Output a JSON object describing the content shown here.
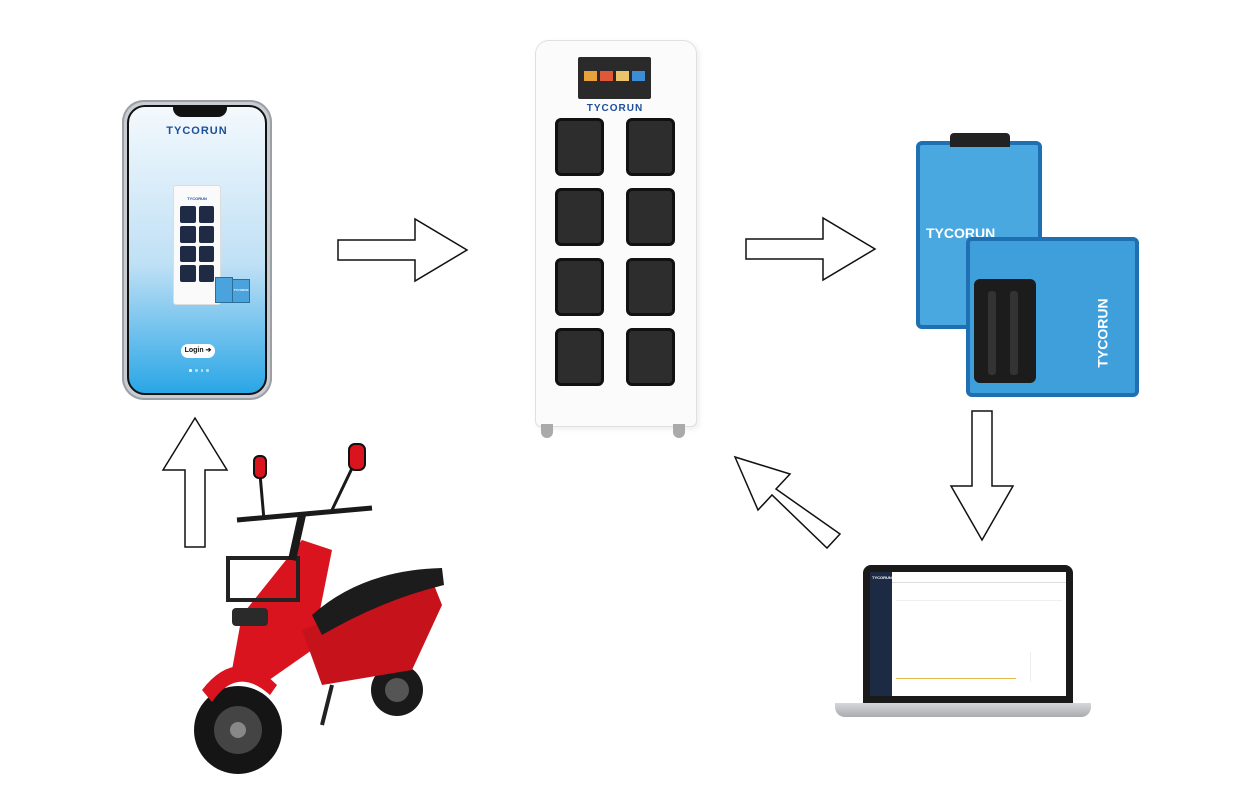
{
  "phone": {
    "brand": "TYCORUN",
    "login_label": "Login ➔",
    "mini_cabinet_brand": "TYCORUN",
    "mini_battery_brand": "TYCORUN"
  },
  "cabinet": {
    "brand": "TYCORUN",
    "slots": 8
  },
  "battery": {
    "brand_front": "TYCORUN",
    "brand_side": "TYCORUN",
    "color": "#3a9ad6"
  },
  "laptop": {
    "brand": "TYCORUN"
  },
  "scooter": {
    "color": "#d9141e"
  },
  "arrows": [
    {
      "id": "scooter-to-phone",
      "direction": "up"
    },
    {
      "id": "phone-to-cabinet",
      "direction": "right"
    },
    {
      "id": "cabinet-to-battery",
      "direction": "right"
    },
    {
      "id": "battery-to-laptop",
      "direction": "down"
    },
    {
      "id": "laptop-to-cabinet",
      "direction": "up-left"
    }
  ]
}
